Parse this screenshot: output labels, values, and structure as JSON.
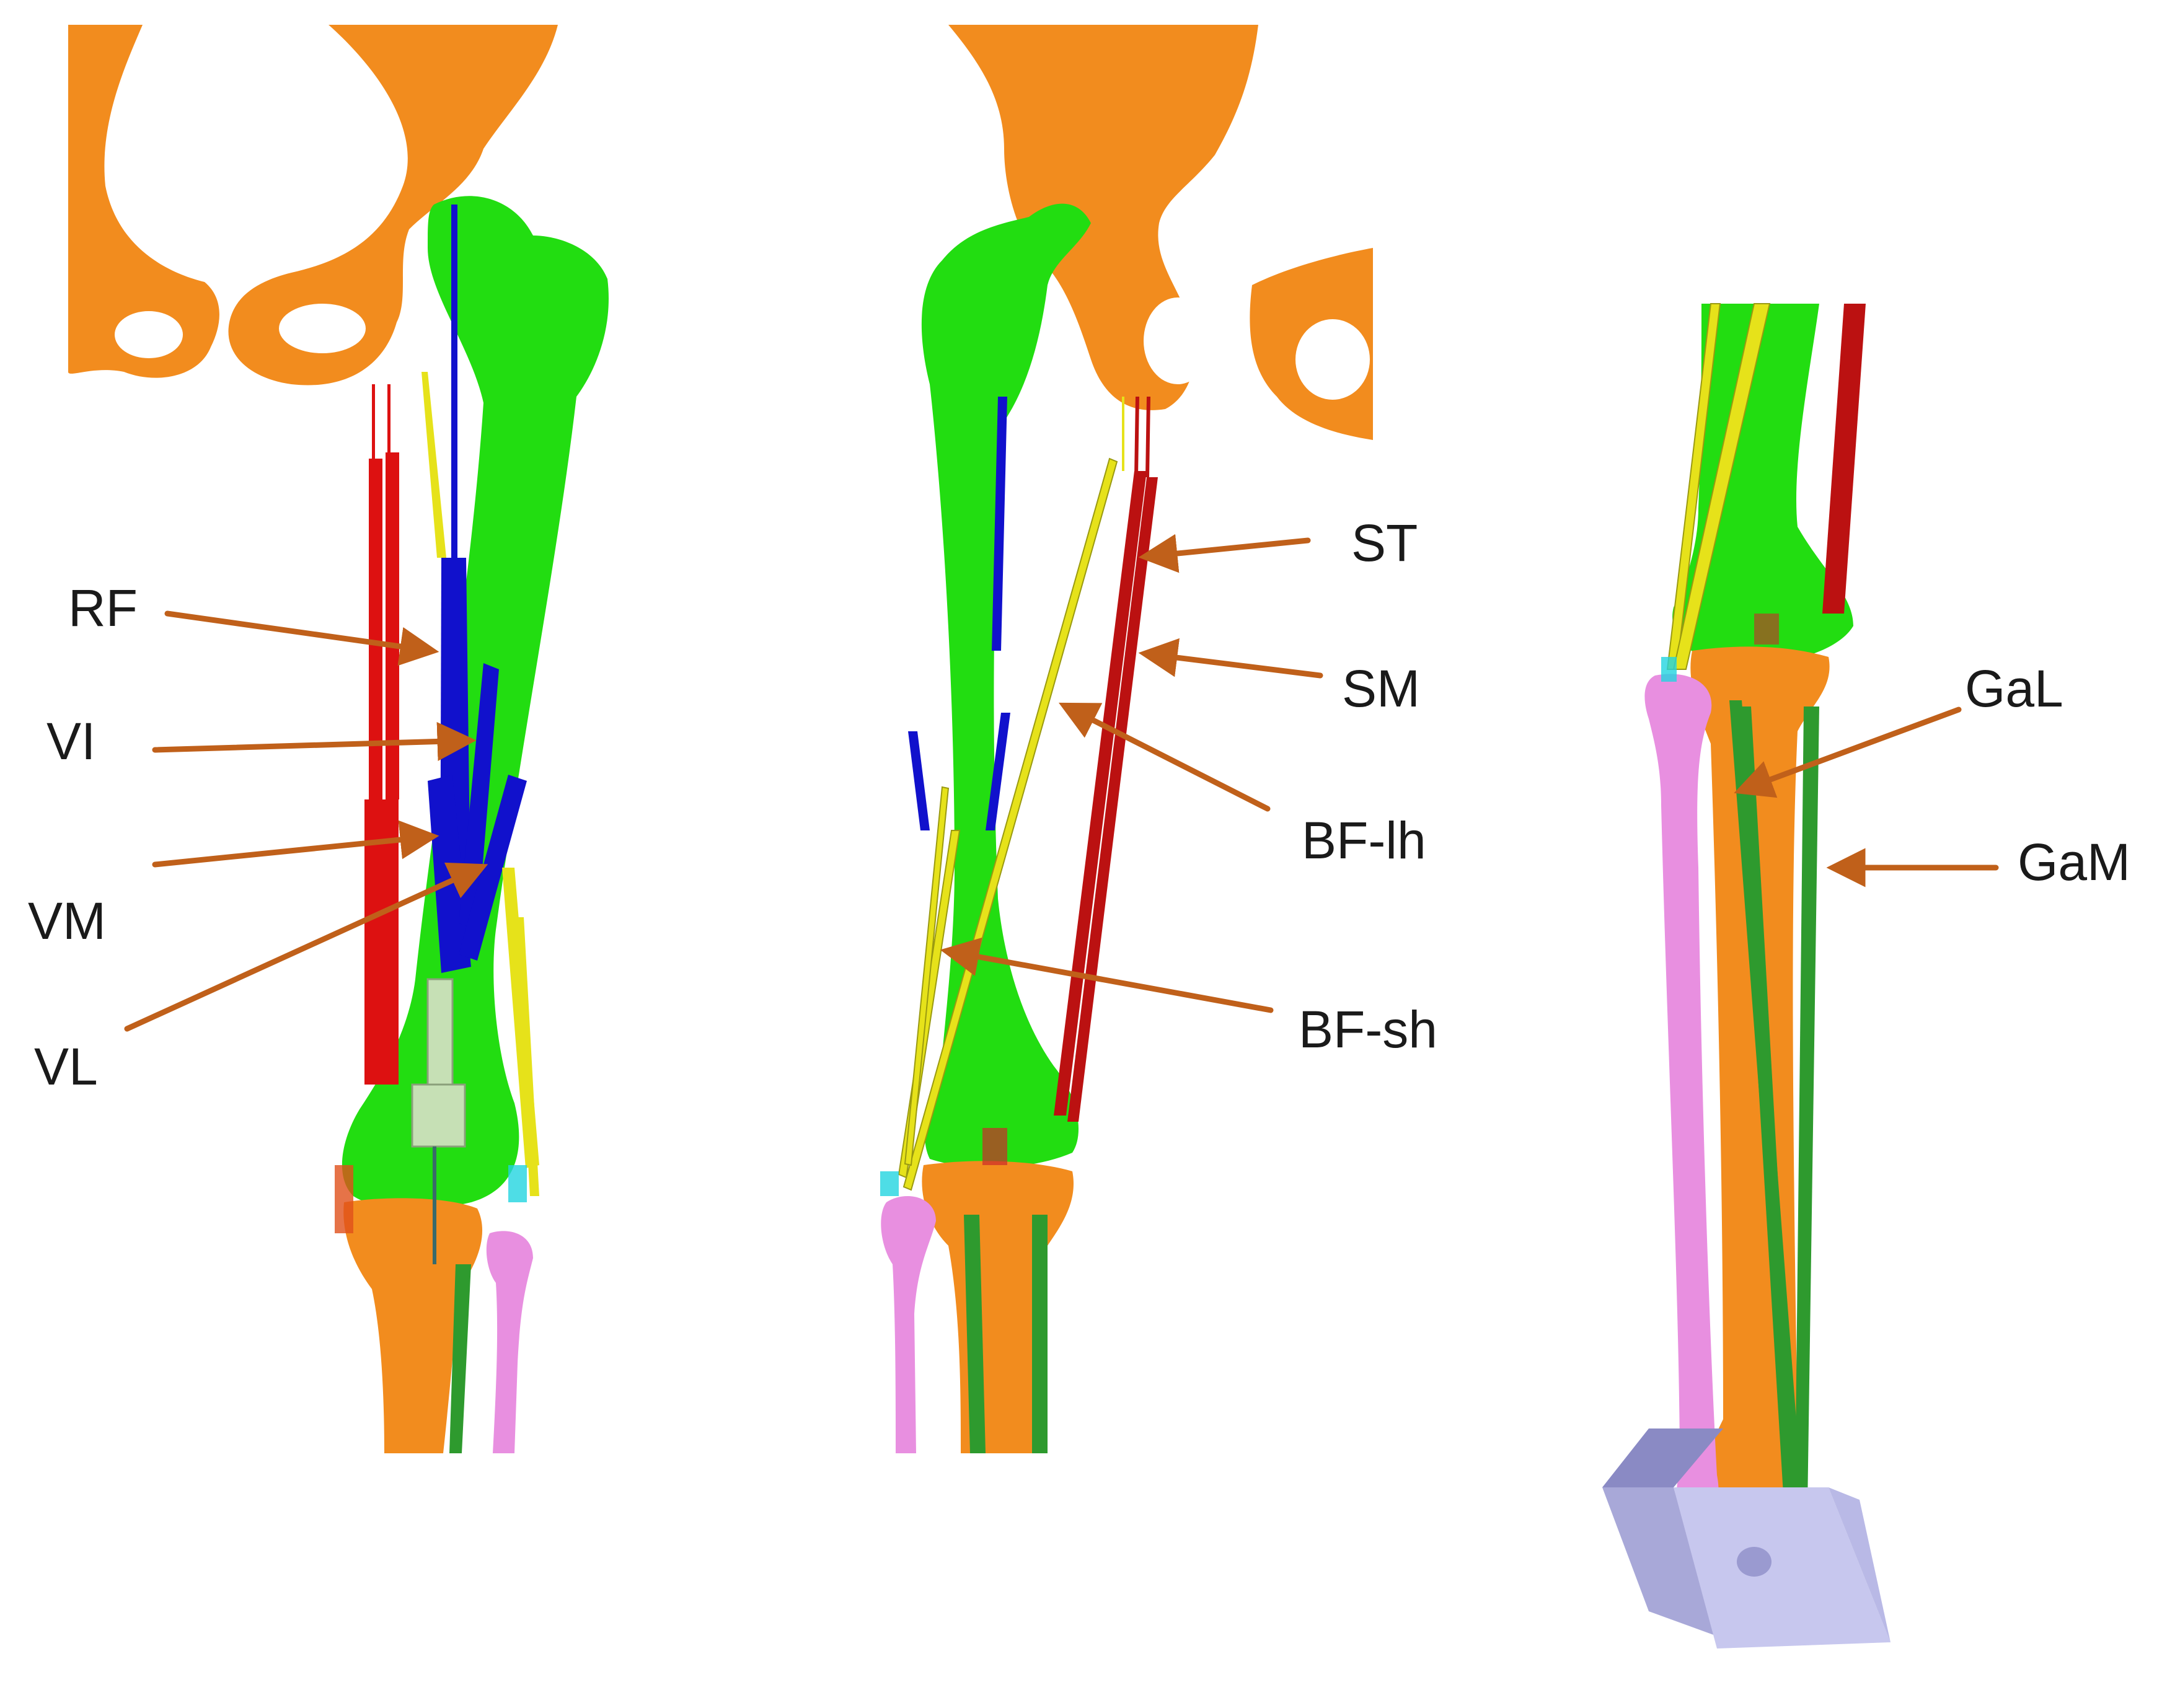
{
  "colors": {
    "bone_pelvis_tibia": "#f28c1e",
    "bone_femur": "#22dd11",
    "fibula": "#e88fe0",
    "muscle_red": "#dd1111",
    "muscle_blue": "#1111cc",
    "muscle_yellow": "#e6e21a",
    "muscle_green": "#2e9a2e",
    "arrow": "#c0601a",
    "foot_block": "#b9b9e6"
  },
  "panels": [
    {
      "name": "anterior-view",
      "labels": [
        {
          "id": "rf",
          "text": "RF"
        },
        {
          "id": "vi",
          "text": "VI"
        },
        {
          "id": "vm",
          "text": "VM"
        },
        {
          "id": "vl",
          "text": "VL"
        }
      ]
    },
    {
      "name": "posterior-view",
      "labels": [
        {
          "id": "st",
          "text": "ST"
        },
        {
          "id": "sm",
          "text": "SM"
        },
        {
          "id": "bflh",
          "text": "BF-lh"
        },
        {
          "id": "bfsh",
          "text": "BF-sh"
        }
      ]
    },
    {
      "name": "lower-leg-view",
      "labels": [
        {
          "id": "gal",
          "text": "GaL"
        },
        {
          "id": "gam",
          "text": "GaM"
        }
      ]
    }
  ]
}
